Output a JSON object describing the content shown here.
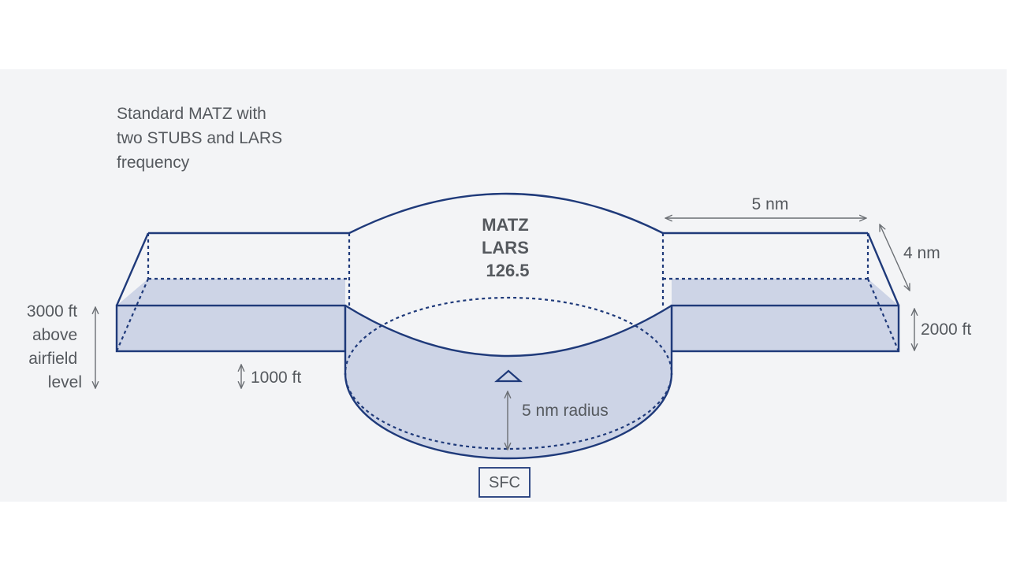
{
  "diagram": {
    "title_lines": [
      "Standard MATZ with",
      "two STUBS and LARS",
      "frequency"
    ],
    "zone_lines": [
      "MATZ",
      "LARS",
      "126.5"
    ],
    "stub_length": "5 nm",
    "stub_width": "4 nm",
    "stub_height": "2000 ft",
    "stub_base": "1000 ft",
    "matz_top_lines": [
      "3000 ft",
      "above",
      "airfield",
      "level"
    ],
    "radius": "5 nm radius",
    "surface": "SFC"
  },
  "colors": {
    "outline": "#1f3a7a",
    "fill": "#cdd4e6",
    "background": "#f3f4f6",
    "text": "#55595e",
    "arrow": "#6b6f74"
  }
}
